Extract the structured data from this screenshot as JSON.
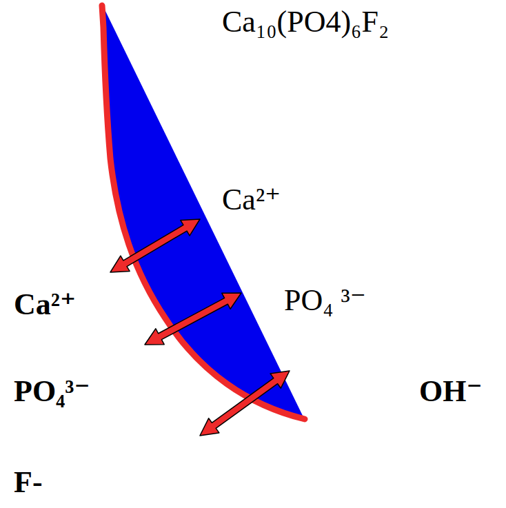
{
  "diagram": {
    "labels": [
      "Ca₁₀(PO4)₆F₂",
      "Ca²⁺",
      "PO₄ ³⁻",
      "Ca²⁺",
      "PO₄³⁻",
      "OH⁻",
      "F-"
    ]
  }
}
